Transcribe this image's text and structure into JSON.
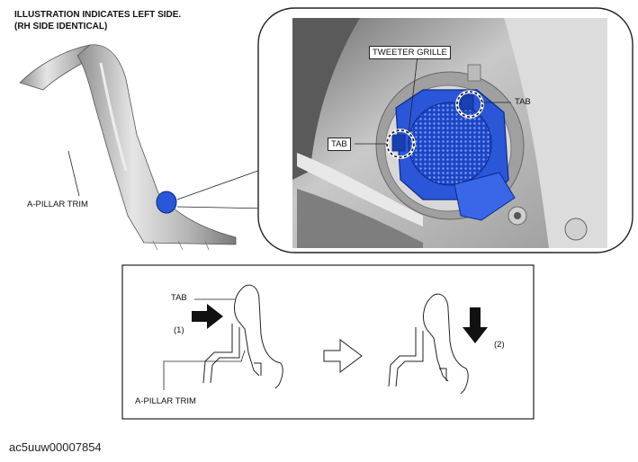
{
  "header": {
    "line1": "ILLUSTRATION INDICATES LEFT SIDE.",
    "line2": "(RH SIDE IDENTICAL)"
  },
  "labels": {
    "a_pillar_trim_top": "A-PILLAR TRIM",
    "tweeter_grille": "TWEETER GRILLE",
    "tab_right": "TAB",
    "tab_left": "TAB",
    "tab_bottom": "TAB",
    "step1": "(1)",
    "step2": "(2)",
    "a_pillar_trim_bottom": "A-PILLAR TRIM"
  },
  "footer": {
    "code": "ac5uuw00007854"
  },
  "colors": {
    "grille_blue": "#2a56d8",
    "pillar_gray": "#b8b8b8"
  }
}
